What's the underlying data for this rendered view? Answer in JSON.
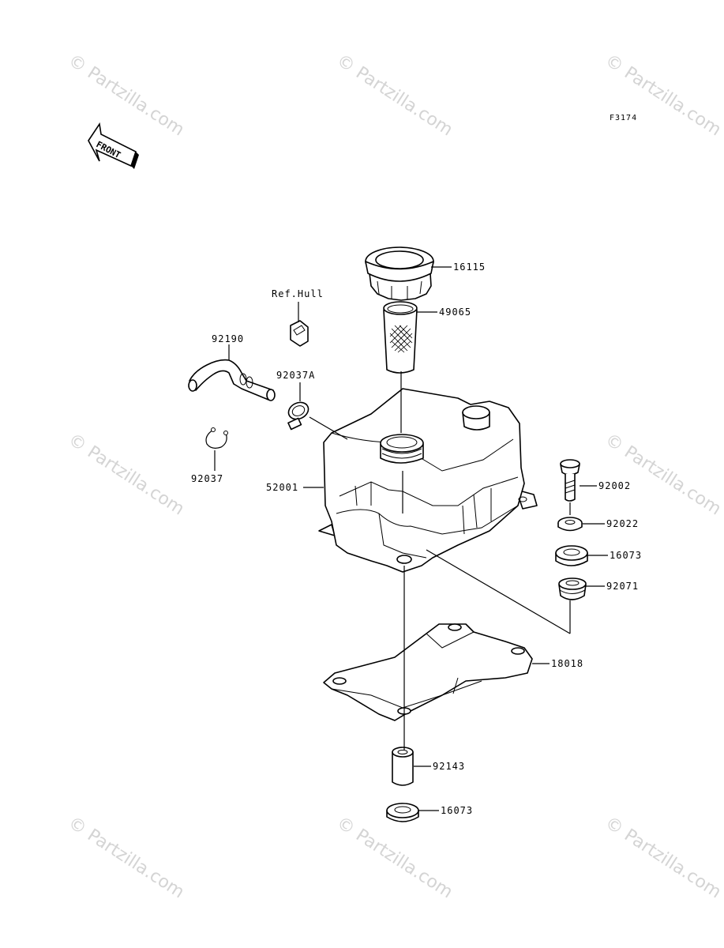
{
  "figure_code": "F3174",
  "front_label": "FRONT",
  "watermark": "© Partzilla.com",
  "parts": [
    {
      "id": "cap",
      "number": "16115"
    },
    {
      "id": "filter",
      "number": "49065"
    },
    {
      "id": "ref",
      "number": "Ref.Hull"
    },
    {
      "id": "hose",
      "number": "92190"
    },
    {
      "id": "clamp-a",
      "number": "92037A"
    },
    {
      "id": "clamp",
      "number": "92037"
    },
    {
      "id": "tank",
      "number": "52001"
    },
    {
      "id": "bolt",
      "number": "92002"
    },
    {
      "id": "washer",
      "number": "92022"
    },
    {
      "id": "damper-top",
      "number": "16073"
    },
    {
      "id": "damper-bot",
      "number": "92071"
    },
    {
      "id": "plate",
      "number": "18018"
    },
    {
      "id": "collar",
      "number": "92143"
    },
    {
      "id": "damper-low",
      "number": "16073"
    }
  ]
}
